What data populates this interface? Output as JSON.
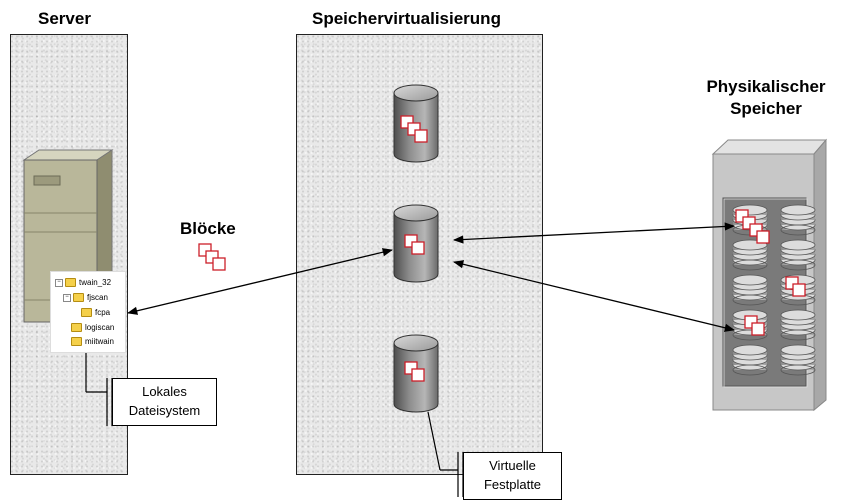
{
  "headings": {
    "server": "Server",
    "virtualization": "Speichervirtualisierung",
    "physical_line1": "Physikalischer",
    "physical_line2": "Speicher",
    "blocks": "Blöcke"
  },
  "file_tree": [
    {
      "label": "twain_32",
      "expander": "−"
    },
    {
      "label": "fjscan",
      "expander": "−"
    },
    {
      "label": "fcpa",
      "expander": ""
    },
    {
      "label": "logiscan",
      "expander": ""
    },
    {
      "label": "miitwain",
      "expander": ""
    }
  ],
  "callouts": {
    "local_fs_line1": "Lokales",
    "local_fs_line2": "Dateisystem",
    "virtual_disk_line1": "Virtuelle",
    "virtual_disk_line2": "Festplatte"
  },
  "colors": {
    "block_outline": "#cc1f2a",
    "cylinder_dark": "#5f5f5f",
    "cylinder_light": "#bdbdbd",
    "server_body": "#b9b79a",
    "cabinet_body": "#c7c7c7"
  }
}
